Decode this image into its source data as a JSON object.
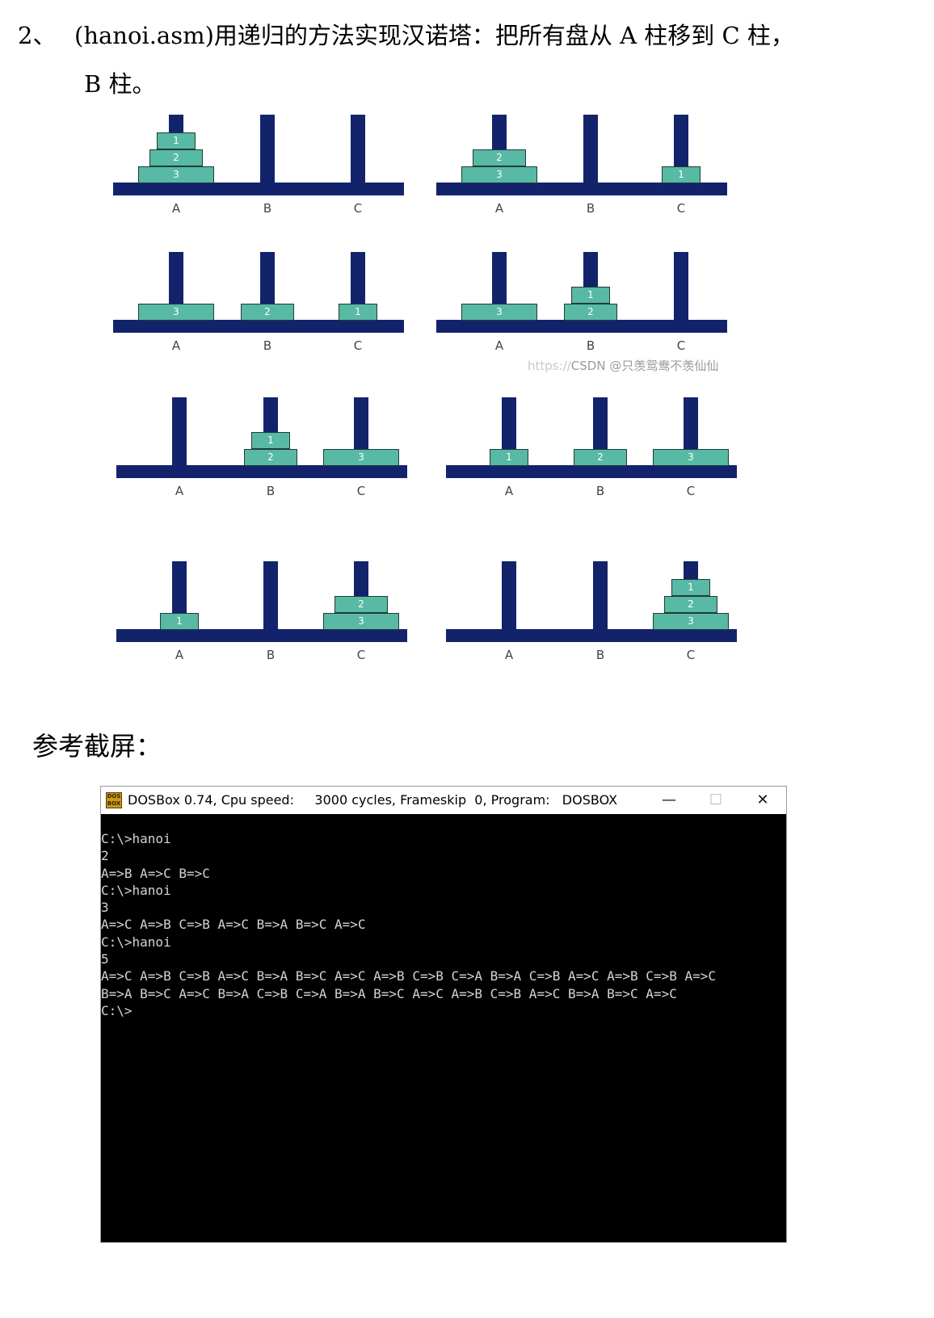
{
  "task": {
    "number": "2、",
    "line1": "(hanoi.asm)用递归的方法实现汉诺塔：把所有盘从 A 柱移到 C 柱，",
    "line2": "B 柱。"
  },
  "figure": {
    "peg_labels": [
      "A",
      "B",
      "C"
    ],
    "watermark_faint": "https://",
    "watermark_text": "CSDN @只羡鸳鸯不羡仙仙",
    "steps": [
      {
        "A": [
          3,
          2,
          1
        ],
        "B": [],
        "C": []
      },
      {
        "A": [
          3,
          2
        ],
        "B": [],
        "C": [
          1
        ]
      },
      {
        "A": [
          3
        ],
        "B": [
          2
        ],
        "C": [
          1
        ]
      },
      {
        "A": [
          3
        ],
        "B": [
          2,
          1
        ],
        "C": []
      },
      {
        "A": [],
        "B": [
          2,
          1
        ],
        "C": [
          3
        ]
      },
      {
        "A": [
          1
        ],
        "B": [
          2
        ],
        "C": [
          3
        ]
      },
      {
        "A": [
          1
        ],
        "B": [],
        "C": [
          3,
          2
        ]
      },
      {
        "A": [],
        "B": [],
        "C": [
          3,
          2,
          1
        ]
      }
    ]
  },
  "caption": "参考截屏：",
  "dosbox": {
    "icon_text": "DOS BOX",
    "title": "DOSBox 0.74, Cpu speed:     3000 cycles, Frameskip  0, Program:   DOSBOX",
    "minimize_glyph": "—",
    "maximize_glyph": "☐",
    "close_glyph": "✕",
    "lines": [
      "C:\\>hanoi",
      "2",
      "A=>B A=>C B=>C",
      "C:\\>hanoi",
      "3",
      "A=>C A=>B C=>B A=>C B=>A B=>C A=>C",
      "C:\\>hanoi",
      "5",
      "A=>C A=>B C=>B A=>C B=>A B=>C A=>C A=>B C=>B C=>A B=>A C=>B A=>C A=>B C=>B A=>C",
      "B=>A B=>C A=>C B=>A C=>B C=>A B=>A B=>C A=>C A=>B C=>B A=>C B=>A B=>C A=>C",
      "C:\\>"
    ]
  }
}
